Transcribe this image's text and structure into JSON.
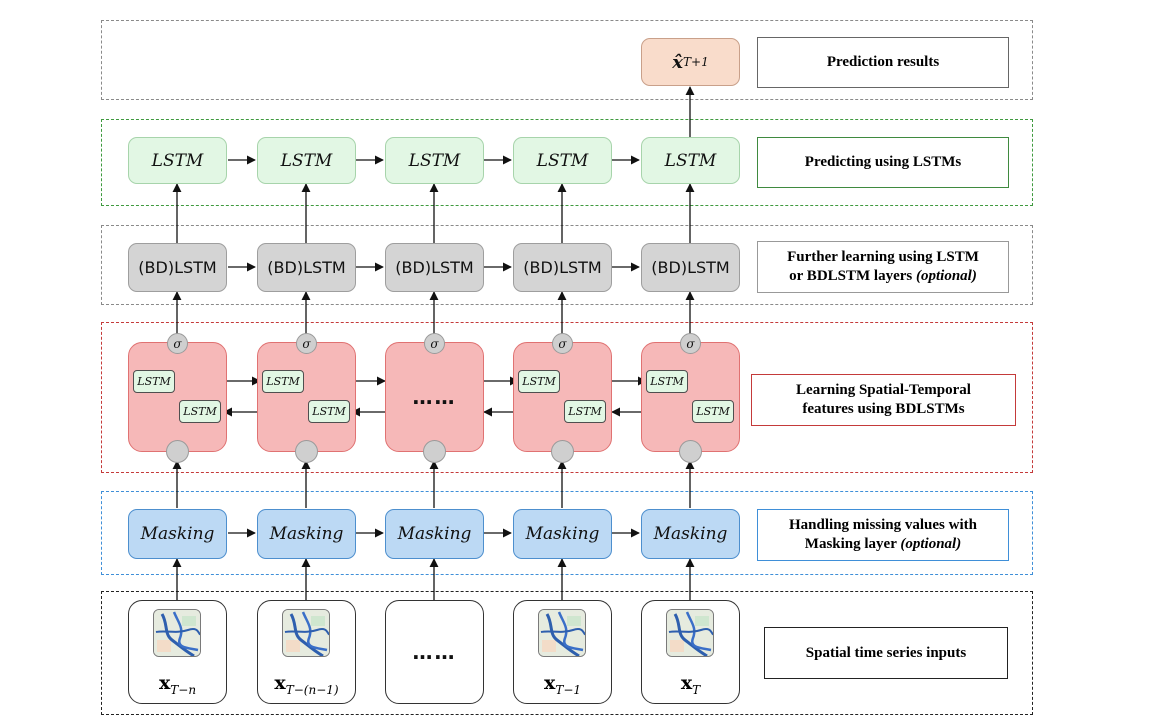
{
  "layers": {
    "prediction": {
      "label": "Prediction results",
      "output": "x̂",
      "output_sub": "T+1"
    },
    "predicting": {
      "label": "Predicting using LSTMs",
      "cell": "LSTM"
    },
    "further": {
      "label_line1": "Further learning using LSTM",
      "label_line2_bold": "or BDLSTM layers ",
      "label_line2_italic": "(optional)",
      "cell": "(BD)LSTM"
    },
    "spatial_temporal": {
      "label_line1": "Learning Spatial-Temporal",
      "label_line2": "features using BDLSTMs",
      "mini_cell": "LSTM",
      "sigma": "σ",
      "ellipsis": "……"
    },
    "masking": {
      "label_line1": "Handling missing values with",
      "label_line2_bold": "Masking layer ",
      "label_line2_italic": "(optional)",
      "cell": "Masking"
    },
    "inputs": {
      "label": "Spatial time series inputs",
      "ellipsis": "……",
      "items": [
        {
          "base": "x",
          "sub": "T−n"
        },
        {
          "base": "x",
          "sub": "T−(n−1)"
        },
        {
          "base": "",
          "sub": ""
        },
        {
          "base": "x",
          "sub": "T−1"
        },
        {
          "base": "x",
          "sub": "T"
        }
      ]
    }
  },
  "colors": {
    "lstm_fill": "#e2f7e4",
    "bdlstm_fill": "#d4d4d4",
    "bdlstm_block_fill": "#f6b8b8",
    "masking_fill": "#bcd9f4",
    "prediction_fill": "#f9dccb",
    "layer_border_prediction": "#8a8a8a",
    "layer_border_predicting": "#3f9a3f",
    "layer_border_further": "#8a8a8a",
    "layer_border_spatial": "#c43a3a",
    "layer_border_masking": "#3f8fd8",
    "layer_border_inputs": "#222222"
  }
}
